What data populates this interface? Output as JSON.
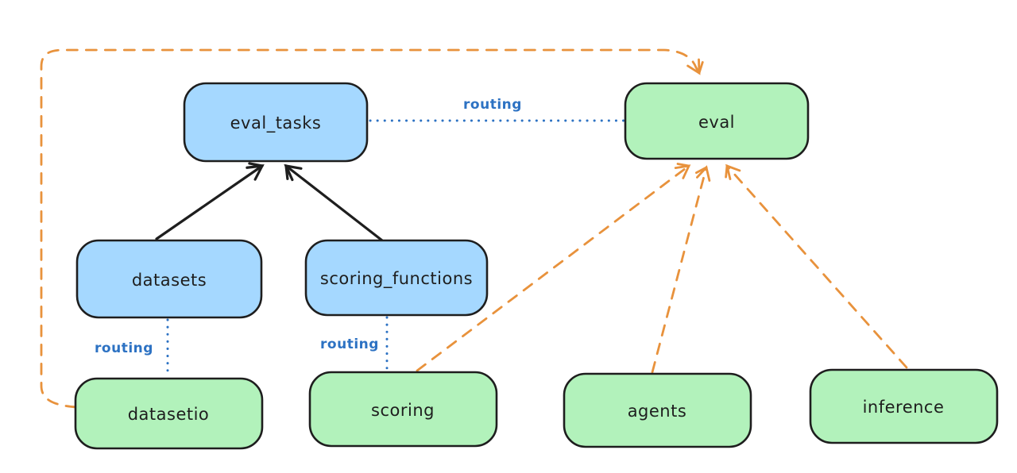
{
  "diagram": {
    "nodes": {
      "eval_tasks": {
        "label": "eval_tasks",
        "color": "blue"
      },
      "eval": {
        "label": "eval",
        "color": "green"
      },
      "datasets": {
        "label": "datasets",
        "color": "blue"
      },
      "scoring_functions": {
        "label": "scoring_functions",
        "color": "blue"
      },
      "datasetio": {
        "label": "datasetio",
        "color": "green"
      },
      "scoring": {
        "label": "scoring",
        "color": "green"
      },
      "agents": {
        "label": "agents",
        "color": "green"
      },
      "inference": {
        "label": "inference",
        "color": "green"
      }
    },
    "edges": {
      "routing_eval_tasks_eval": {
        "label": "routing",
        "style": "blue-dotted"
      },
      "routing_datasets_datasetio": {
        "label": "routing",
        "style": "blue-dotted"
      },
      "routing_scoring_functions_scoring": {
        "label": "routing",
        "style": "blue-dotted"
      },
      "datasets_to_eval_tasks": {
        "style": "black-solid-arrow"
      },
      "scoring_functions_to_eval_tasks": {
        "style": "black-solid-arrow"
      },
      "datasetio_to_eval_loop": {
        "style": "orange-dashed-arrow"
      },
      "scoring_to_eval": {
        "style": "orange-dashed-arrow"
      },
      "agents_to_eval": {
        "style": "orange-dashed-arrow"
      },
      "inference_to_eval": {
        "style": "orange-dashed-arrow"
      }
    },
    "colors": {
      "background": "#ffffff",
      "node_blue_fill": "#a5d8ff",
      "node_green_fill": "#b2f2bb",
      "node_stroke": "#1e1e1e",
      "node_text": "#1e1e1e",
      "arrow_black": "#1e1e1e",
      "arrow_orange": "#e8923c",
      "routing_blue": "#2d72c3"
    }
  }
}
